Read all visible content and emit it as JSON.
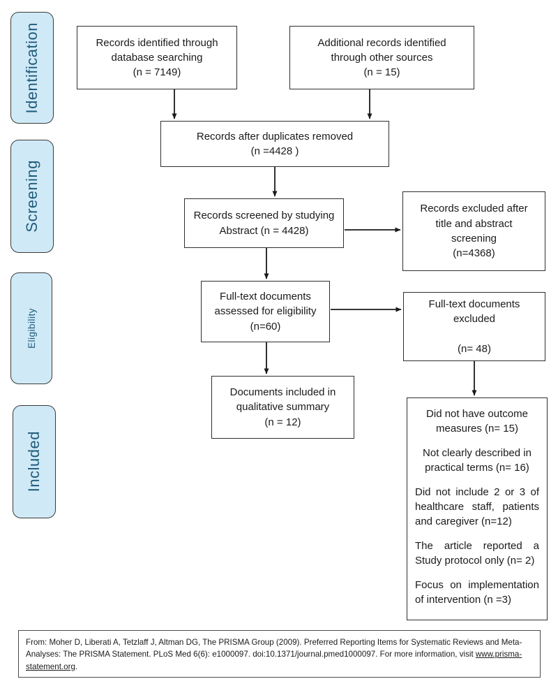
{
  "title": "PRISMA flow diagram",
  "colors": {
    "stage_fill": "#d0e9f7",
    "stage_text": "#1f5c7a",
    "box_border": "#2e2e2e",
    "arrow": "#1a1a1a"
  },
  "stages": [
    {
      "label": "Identification"
    },
    {
      "label": "Screening"
    },
    {
      "label": "Eligibility"
    },
    {
      "label": "Included"
    }
  ],
  "boxes": {
    "identified": {
      "text": "Records identified through\ndatabase searching\n(n = 7149)"
    },
    "additional": {
      "text": "Additional records identified\nthrough other sources\n(n = 15)"
    },
    "duplicates": {
      "text": "Records after duplicates removed\n(n =4428 )"
    },
    "screened": {
      "text": "Records screened by studying\nAbstract (n = 4428)"
    },
    "excluded_screening": {
      "text": "Records excluded after\ntitle and abstract\nscreening\n(n=4368)"
    },
    "fulltext_assessed": {
      "text": "Full-text documents\nassessed for eligibility\n(n=60)"
    },
    "fulltext_excluded": {
      "text": "Full-text documents\nexcluded\n\n(n= 48)"
    },
    "included_docs": {
      "text": "Documents included in\nqualitative summary\n(n = 12)"
    }
  },
  "reasons": [
    "Did not have outcome\nmeasures (n= 15)",
    "Not clearly described in\npractical terms (n= 16)",
    "Did not include 2 or 3 of healthcare staff, patients and caregiver (n=12)",
    "The article reported a Study protocol only (n= 2)",
    "Focus on implementation of intervention (n =3)"
  ],
  "citation": {
    "text": "From:  Moher D, Liberati A, Tetzlaff J, Altman DG, The PRISMA Group (2009). Preferred Reporting Items for Systematic Reviews and Meta-Analyses: The PRISMA Statement. PLoS Med 6(6): e1000097. doi:10.1371/journal.pmed1000097. For more information, visit ",
    "link": "www.prisma-statement.org",
    "suffix": "."
  }
}
